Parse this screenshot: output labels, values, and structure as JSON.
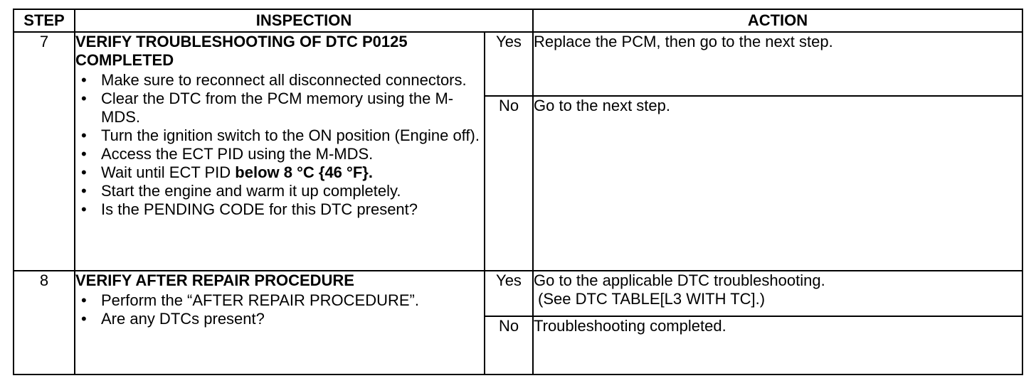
{
  "headers": {
    "step": "STEP",
    "inspection": "INSPECTION",
    "action": "ACTION"
  },
  "steps": [
    {
      "number": "7",
      "title_line1": "VERIFY TROUBLESHOOTING OF DTC P0125",
      "title_line2": "COMPLETED",
      "bullets": [
        "Make sure to reconnect all disconnected connectors.",
        "Clear the DTC from the PCM memory using the M-MDS.",
        "Turn the ignition switch to the ON position (Engine off).",
        "Access the ECT PID using the M-MDS."
      ],
      "bullet_wait_prefix": "Wait until ECT PID ",
      "bullet_wait_bold": "below 8 °C {46 °F}.",
      "bullets_after": [
        "Start the engine and warm it up completely.",
        "Is the PENDING CODE for this DTC present?"
      ],
      "yes_label": "Yes",
      "yes_action": "Replace the PCM, then go to the next step.",
      "no_label": "No",
      "no_action": "Go to the next step."
    },
    {
      "number": "8",
      "title_line1": "VERIFY AFTER REPAIR PROCEDURE",
      "bullets": [
        "Perform the “AFTER REPAIR PROCEDURE”.",
        "Are any DTCs present?"
      ],
      "yes_label": "Yes",
      "yes_action_line1": "Go to the applicable DTC troubleshooting.",
      "yes_action_line2": "(See  DTC TABLE[L3 WITH TC].)",
      "no_label": "No",
      "no_action": "Troubleshooting completed."
    }
  ]
}
